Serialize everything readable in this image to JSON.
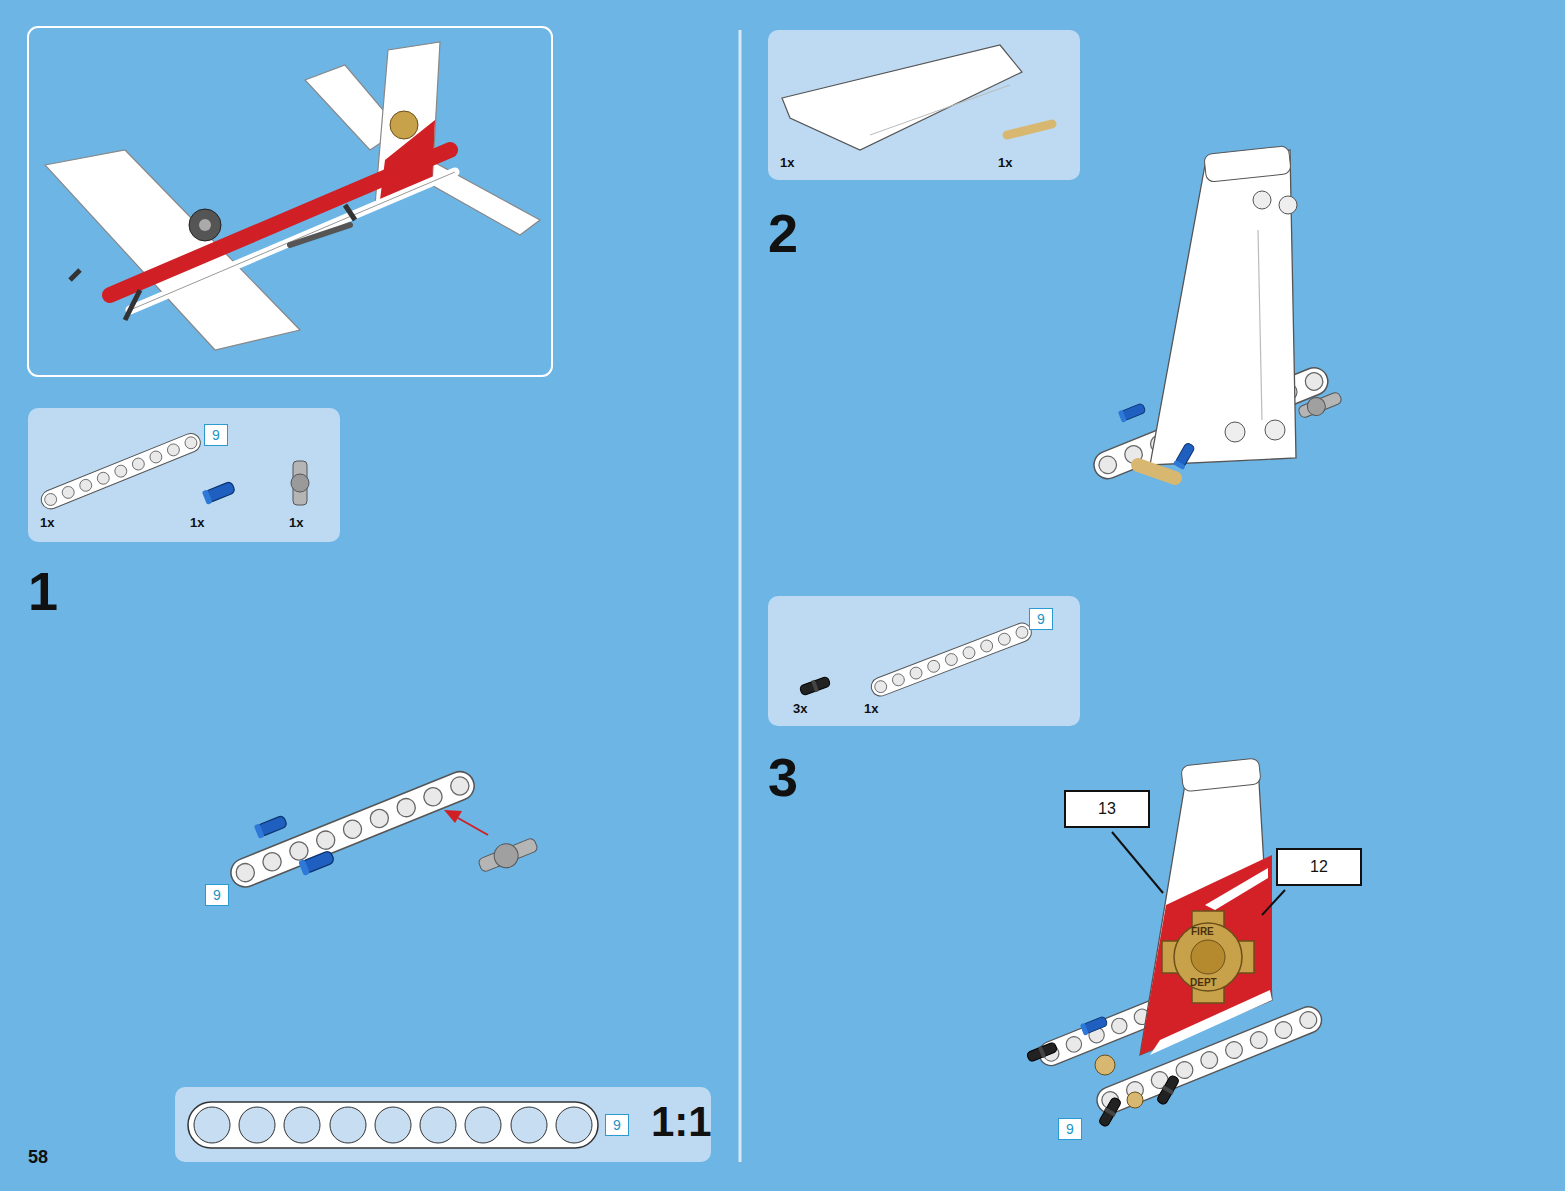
{
  "diagram": {
    "nodes": [
      {
        "text": [
          "1x",
          "1x",
          "1x"
        ]
      },
      {
        "text": [
          "9"
        ],
        "in": 0
      },
      {
        "text": [
          "9"
        ]
      },
      {
        "text": [
          "1:1"
        ]
      },
      {
        "text": [
          "9"
        ],
        "in": 3
      },
      {
        "text": [
          "1x",
          "1x"
        ]
      },
      {
        "text": [
          "3x",
          "1x"
        ]
      },
      {
        "text": [
          "9"
        ],
        "in": 6
      },
      {
        "text": [
          "13"
        ]
      },
      {
        "text": [
          "12"
        ]
      },
      {
        "text": [
          "9"
        ]
      }
    ],
    "labels": [
      "1",
      "2",
      "3",
      "58",
      "FIRE",
      "DEPT"
    ]
  }
}
